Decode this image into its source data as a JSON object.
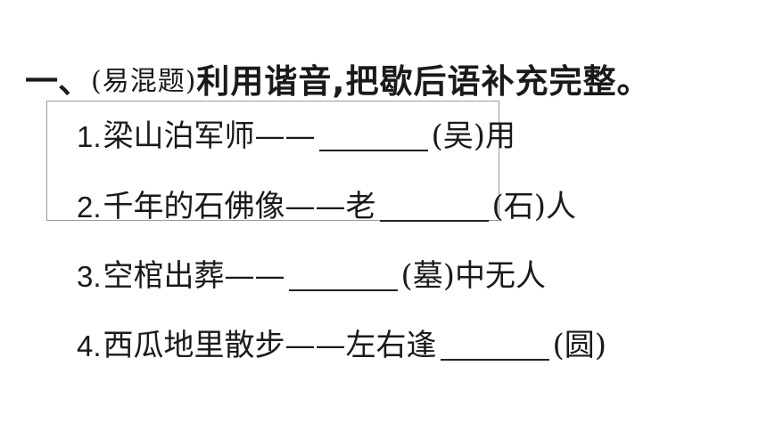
{
  "heading": {
    "number": "一、",
    "tag": "(易混题)",
    "title": "利用谐音,把歇后语补充完整。"
  },
  "items": [
    {
      "no": "1.",
      "before": "梁山泊军师——",
      "after": "(吴)用"
    },
    {
      "no": "2.",
      "before": "千年的石佛像——老",
      "after": "(石)人"
    },
    {
      "no": "3.",
      "before": "空棺出葬——",
      "after": "(墓)中无人"
    },
    {
      "no": "4.",
      "before": "西瓜地里散步——左右逢",
      "after": "(圆)"
    }
  ]
}
